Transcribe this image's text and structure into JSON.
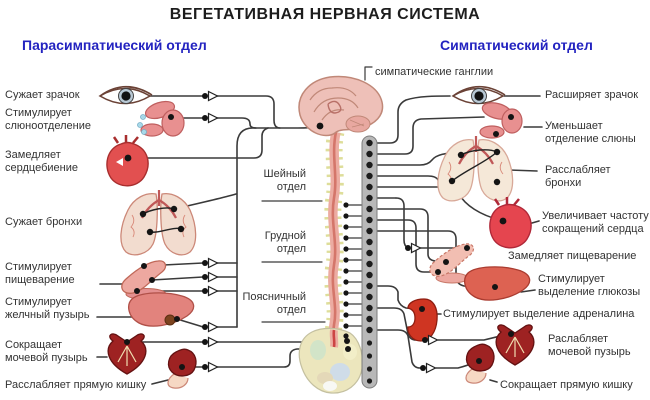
{
  "title": "ВЕГЕТАТИВНАЯ НЕРВНАЯ СИСТЕМА",
  "sections": {
    "left": "Парасимпатический отдел",
    "right": "Симпатический отдел"
  },
  "ganglia_label": "симпатические ганглии",
  "spine_labels": [
    {
      "text": "Шейный\nотдел"
    },
    {
      "text": "Грудной\nотдел"
    },
    {
      "text": "Поясничный\nотдел"
    }
  ],
  "left_labels": [
    {
      "text": "Сужает зрачок"
    },
    {
      "text": "Стимулирует\nслюноотделение"
    },
    {
      "text": "Замедляет\nсердцебиение"
    },
    {
      "text": "Сужает бронхи"
    },
    {
      "text": "Стимулирует\nпищеварение"
    },
    {
      "text": "Стимулирует\nжелчный пузырь"
    },
    {
      "text": "Сокращает\nмочевой пузырь"
    },
    {
      "text": "Расслабляет прямую кишку"
    }
  ],
  "right_labels": [
    {
      "text": "Расширяет зрачок"
    },
    {
      "text": "Уменьшает\nотделение слюны"
    },
    {
      "text": "Расслабляет\nбронхи"
    },
    {
      "text": "Увеличивает частоту\nсокращений сердца"
    },
    {
      "text": "Замедляет пищеварение"
    },
    {
      "text": "Стимулирует\nвыделение глюкозы"
    },
    {
      "text": "Стимулирует выделение адреналина"
    },
    {
      "text": "Раслабляет\nмочевой пузырь"
    },
    {
      "text": "Сокращает прямую кишку"
    }
  ],
  "icons": [
    "brain-icon",
    "spine-icon",
    "sacrum-icon",
    "sympathetic-chain-icon",
    "eye-left-icon",
    "salivary-left-icon",
    "heart-left-icon",
    "lungs-left-icon",
    "stomach-left-icon",
    "liver-left-icon",
    "bladder-left-icon",
    "rectum-left-icon",
    "eye-right-icon",
    "salivary-right-icon",
    "lungs-right-icon",
    "heart-right-icon",
    "stomach-right-icon",
    "liver-right-icon",
    "kidney-icon",
    "bladder-right-icon",
    "rectum-right-icon",
    "synapse-arrow-icon"
  ],
  "colors": {
    "header_blue": "#2323c0",
    "text": "#333333",
    "line": "#3a3a3a",
    "organ_red": "#e25050",
    "organ_pink": "#e89090",
    "organ_dark_red": "#9e2222",
    "lung_cream": "#f2dccf",
    "spine_pink": "#ecaca2",
    "chain_gray": "#b8b8b8",
    "sacrum_tan": "#ece6bd"
  }
}
